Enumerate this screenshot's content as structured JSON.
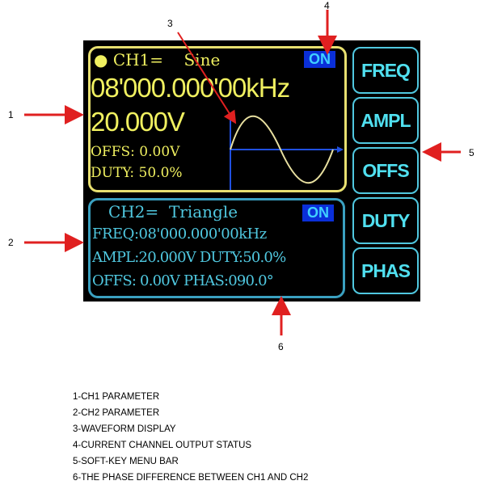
{
  "ch1": {
    "label": "CH1=",
    "wave": "Sine",
    "status": "ON",
    "freq": "08'000.000'00kHz",
    "ampl": "20.000V",
    "offs": "OFFS: 0.00V",
    "duty": "DUTY: 50.0%"
  },
  "ch2": {
    "label": "CH2=",
    "wave": "Triangle",
    "status": "ON",
    "freq": "FREQ:08'000.000'00kHz",
    "ampl_duty": "AMPL:20.000V DUTY:50.0%",
    "offs_phas": "OFFS: 0.00V PHAS:090.0°"
  },
  "softkeys": [
    "FREQ",
    "AMPL",
    "OFFS",
    "DUTY",
    "PHAS"
  ],
  "callouts": [
    "1",
    "2",
    "3",
    "4",
    "5",
    "6"
  ],
  "legend": [
    "1-CH1 PARAMETER",
    "2-CH2 PARAMETER",
    "3-WAVEFORM DISPLAY",
    "4-CURRENT CHANNEL OUTPUT STATUS",
    "5-SOFT-KEY MENU BAR",
    "6-THE PHASE DIFFERENCE BETWEEN CH1 AND CH2"
  ],
  "colors": {
    "ch1": "#f0f060",
    "ch2": "#50c8e0",
    "on_bg": "#0a2fd8",
    "arrow": "#e02020"
  }
}
